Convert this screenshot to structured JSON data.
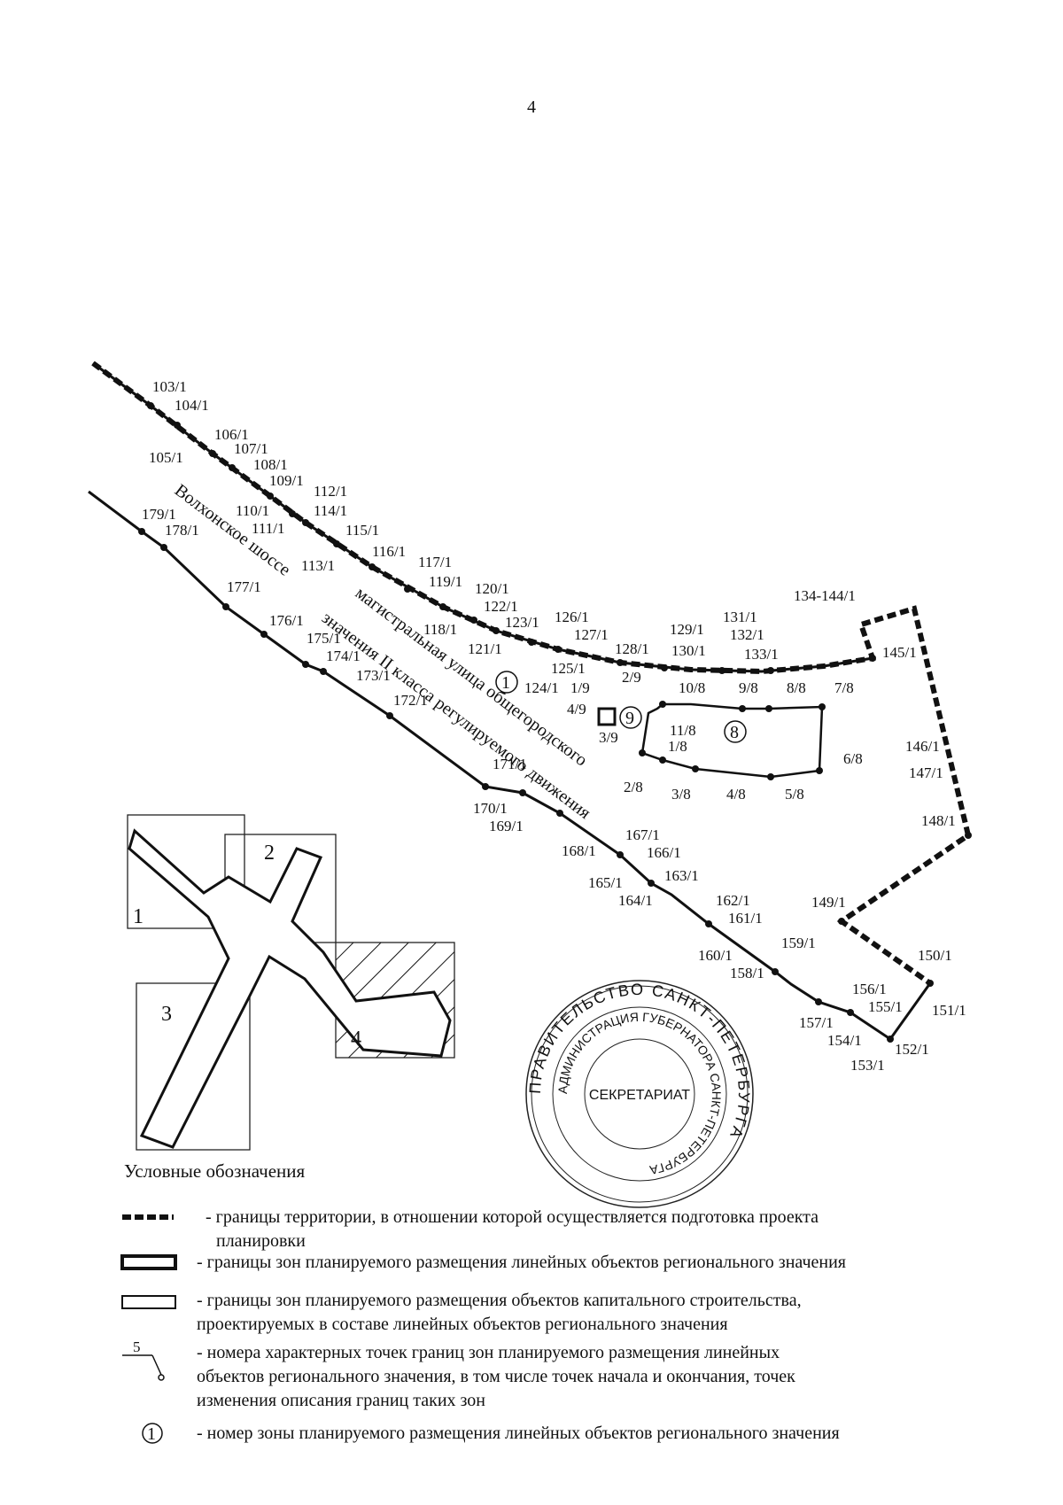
{
  "page_number": "4",
  "map": {
    "road_name": "Волхонское шоссе",
    "road_class_line1": "магистральная улица общегородского",
    "road_class_line2": "значения II класса регулируемого движения",
    "zone_numbers": [
      "1",
      "9",
      "8"
    ],
    "key_map_numbers": [
      "1",
      "2",
      "3",
      "4"
    ]
  },
  "point_labels": [
    "103/1",
    "104/1",
    "105/1",
    "106/1",
    "107/1",
    "108/1",
    "109/1",
    "110/1",
    "111/1",
    "112/1",
    "113/1",
    "114/1",
    "115/1",
    "116/1",
    "117/1",
    "118/1",
    "119/1",
    "120/1",
    "121/1",
    "122/1",
    "123/1",
    "124/1",
    "125/1",
    "126/1",
    "127/1",
    "128/1",
    "129/1",
    "130/1",
    "131/1",
    "132/1",
    "133/1",
    "134-144/1",
    "145/1",
    "146/1",
    "147/1",
    "148/1",
    "149/1",
    "150/1",
    "151/1",
    "152/1",
    "153/1",
    "154/1",
    "155/1",
    "156/1",
    "157/1",
    "158/1",
    "159/1",
    "160/1",
    "161/1",
    "162/1",
    "163/1",
    "164/1",
    "165/1",
    "166/1",
    "167/1",
    "168/1",
    "169/1",
    "170/1",
    "171/1",
    "172/1",
    "173/1",
    "174/1",
    "175/1",
    "176/1",
    "177/1",
    "178/1",
    "179/1",
    "1/9",
    "2/9",
    "3/9",
    "4/9",
    "1/8",
    "2/8",
    "3/8",
    "4/8",
    "5/8",
    "6/8",
    "7/8",
    "8/8",
    "9/8",
    "10/8",
    "11/8"
  ],
  "stamp": {
    "outer_text": "ПРАВИТЕЛЬСТВО САНКТ-ПЕТЕРБУРГА",
    "inner_text": "АДМИНИСТРАЦИЯ ГУБЕРНАТОРА САНКТ-ПЕТЕРБУРГА",
    "center_text": "СЕКРЕТАРИАТ"
  },
  "legend": {
    "title": "Условные обозначения",
    "items": [
      {
        "line1": "- границы территории, в отношении которой осуществляется подготовка проекта",
        "line2": "планировки",
        "line3": ""
      },
      {
        "line1": "- границы зон планируемого размещения линейных объектов регионального значения",
        "line2": "",
        "line3": ""
      },
      {
        "line1": "- границы зон планируемого размещения объектов капитального строительства,",
        "line2": "проектируемых в составе линейных объектов регионального значения",
        "line3": ""
      },
      {
        "line1": "- номера характерных точек границ зон планируемого размещения линейных",
        "line2": "объектов регионального значения, в том числе точек начала и окончания, точек",
        "line3": "изменения описания границ таких зон"
      },
      {
        "line1": "- номер зоны планируемого размещения линейных объектов регионального значения",
        "line2": "",
        "line3": ""
      }
    ],
    "symbol_point_number": "5",
    "symbol_zone_number": "1"
  }
}
